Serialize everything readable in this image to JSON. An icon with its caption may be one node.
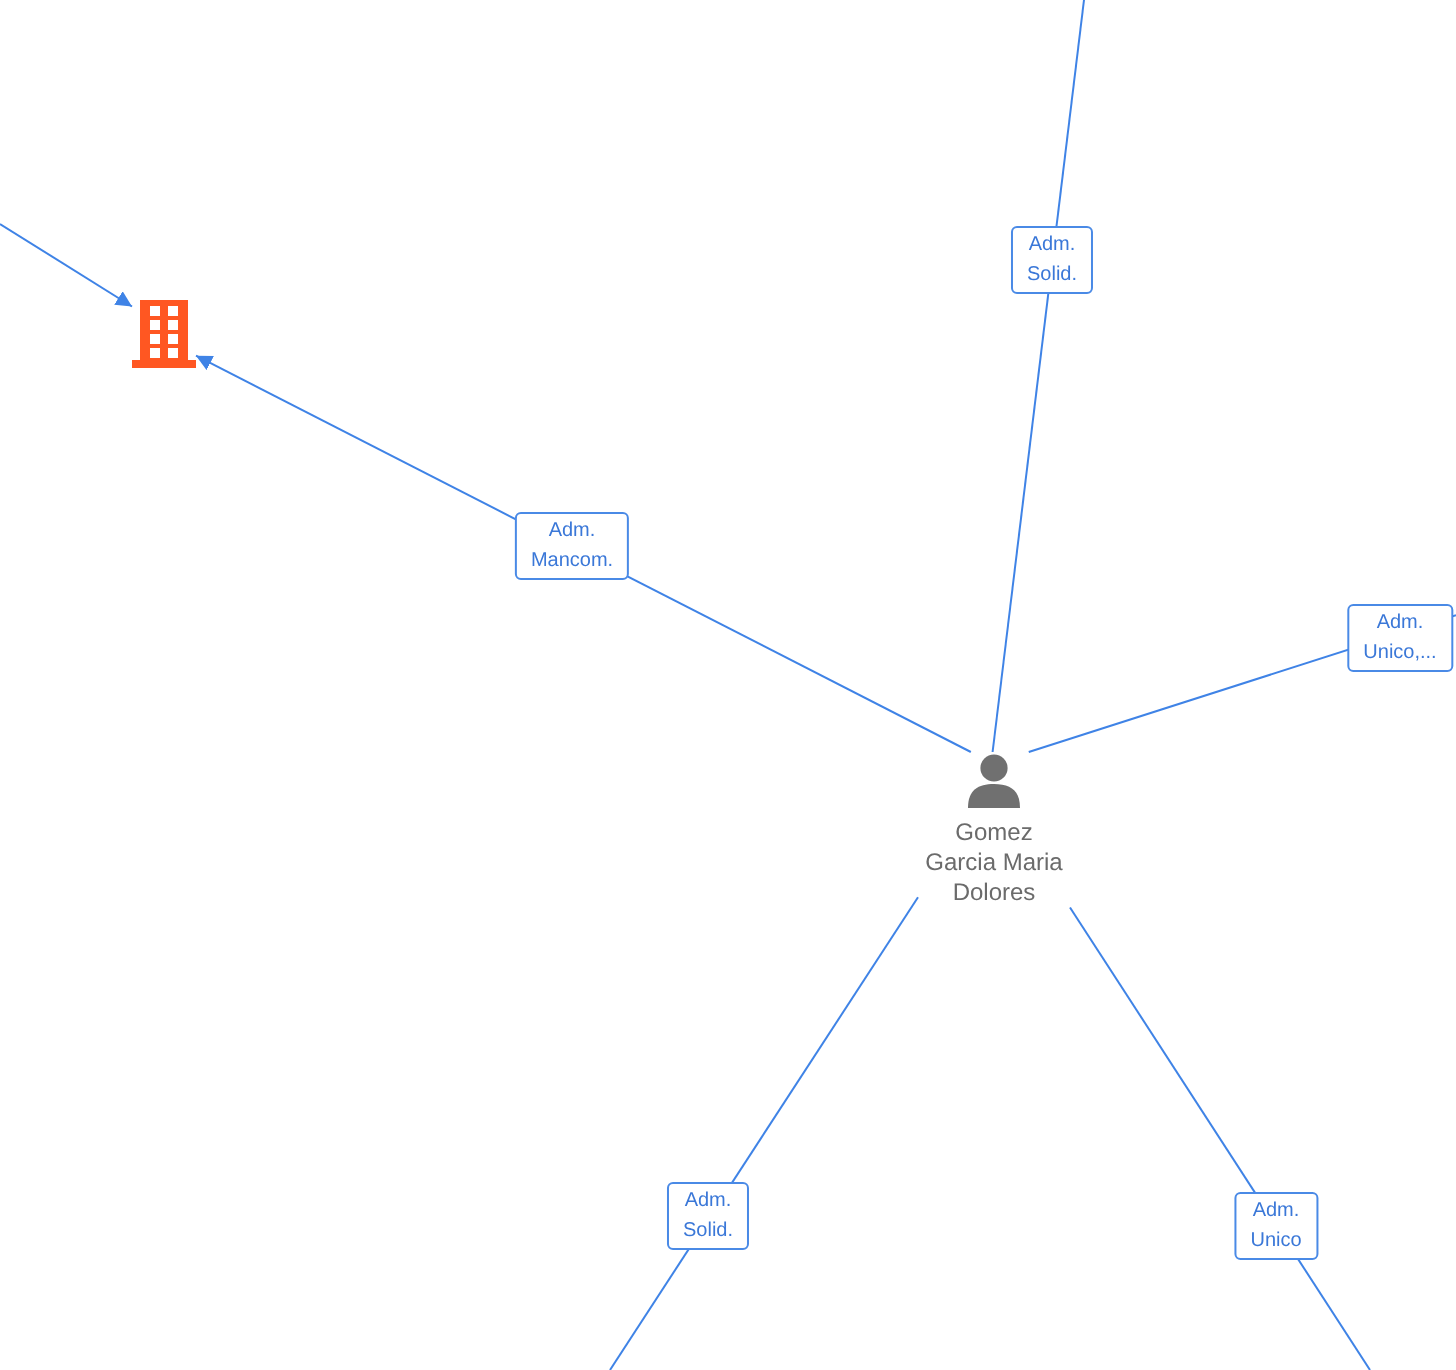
{
  "diagram": {
    "nodes": [
      {
        "text": [],
        "shape": "building"
      },
      {
        "text": [
          "Gomez Garcia Maria Dolores"
        ]
      }
    ],
    "edges": [
      {
        "from": null,
        "to": 0,
        "arrow": "to"
      },
      {
        "from": 1,
        "to": 0,
        "arrow": "to",
        "label": "Adm. Mancom."
      },
      {
        "from": 1,
        "to": null,
        "arrow": "none",
        "label": "Adm. Solid."
      },
      {
        "from": 1,
        "to": null,
        "arrow": "none",
        "label": "Adm. Unico,..."
      },
      {
        "from": 1,
        "to": null,
        "arrow": "none",
        "label": "Adm. Solid."
      },
      {
        "from": 1,
        "to": null,
        "arrow": "none",
        "label": "Adm. Unico"
      }
    ]
  }
}
